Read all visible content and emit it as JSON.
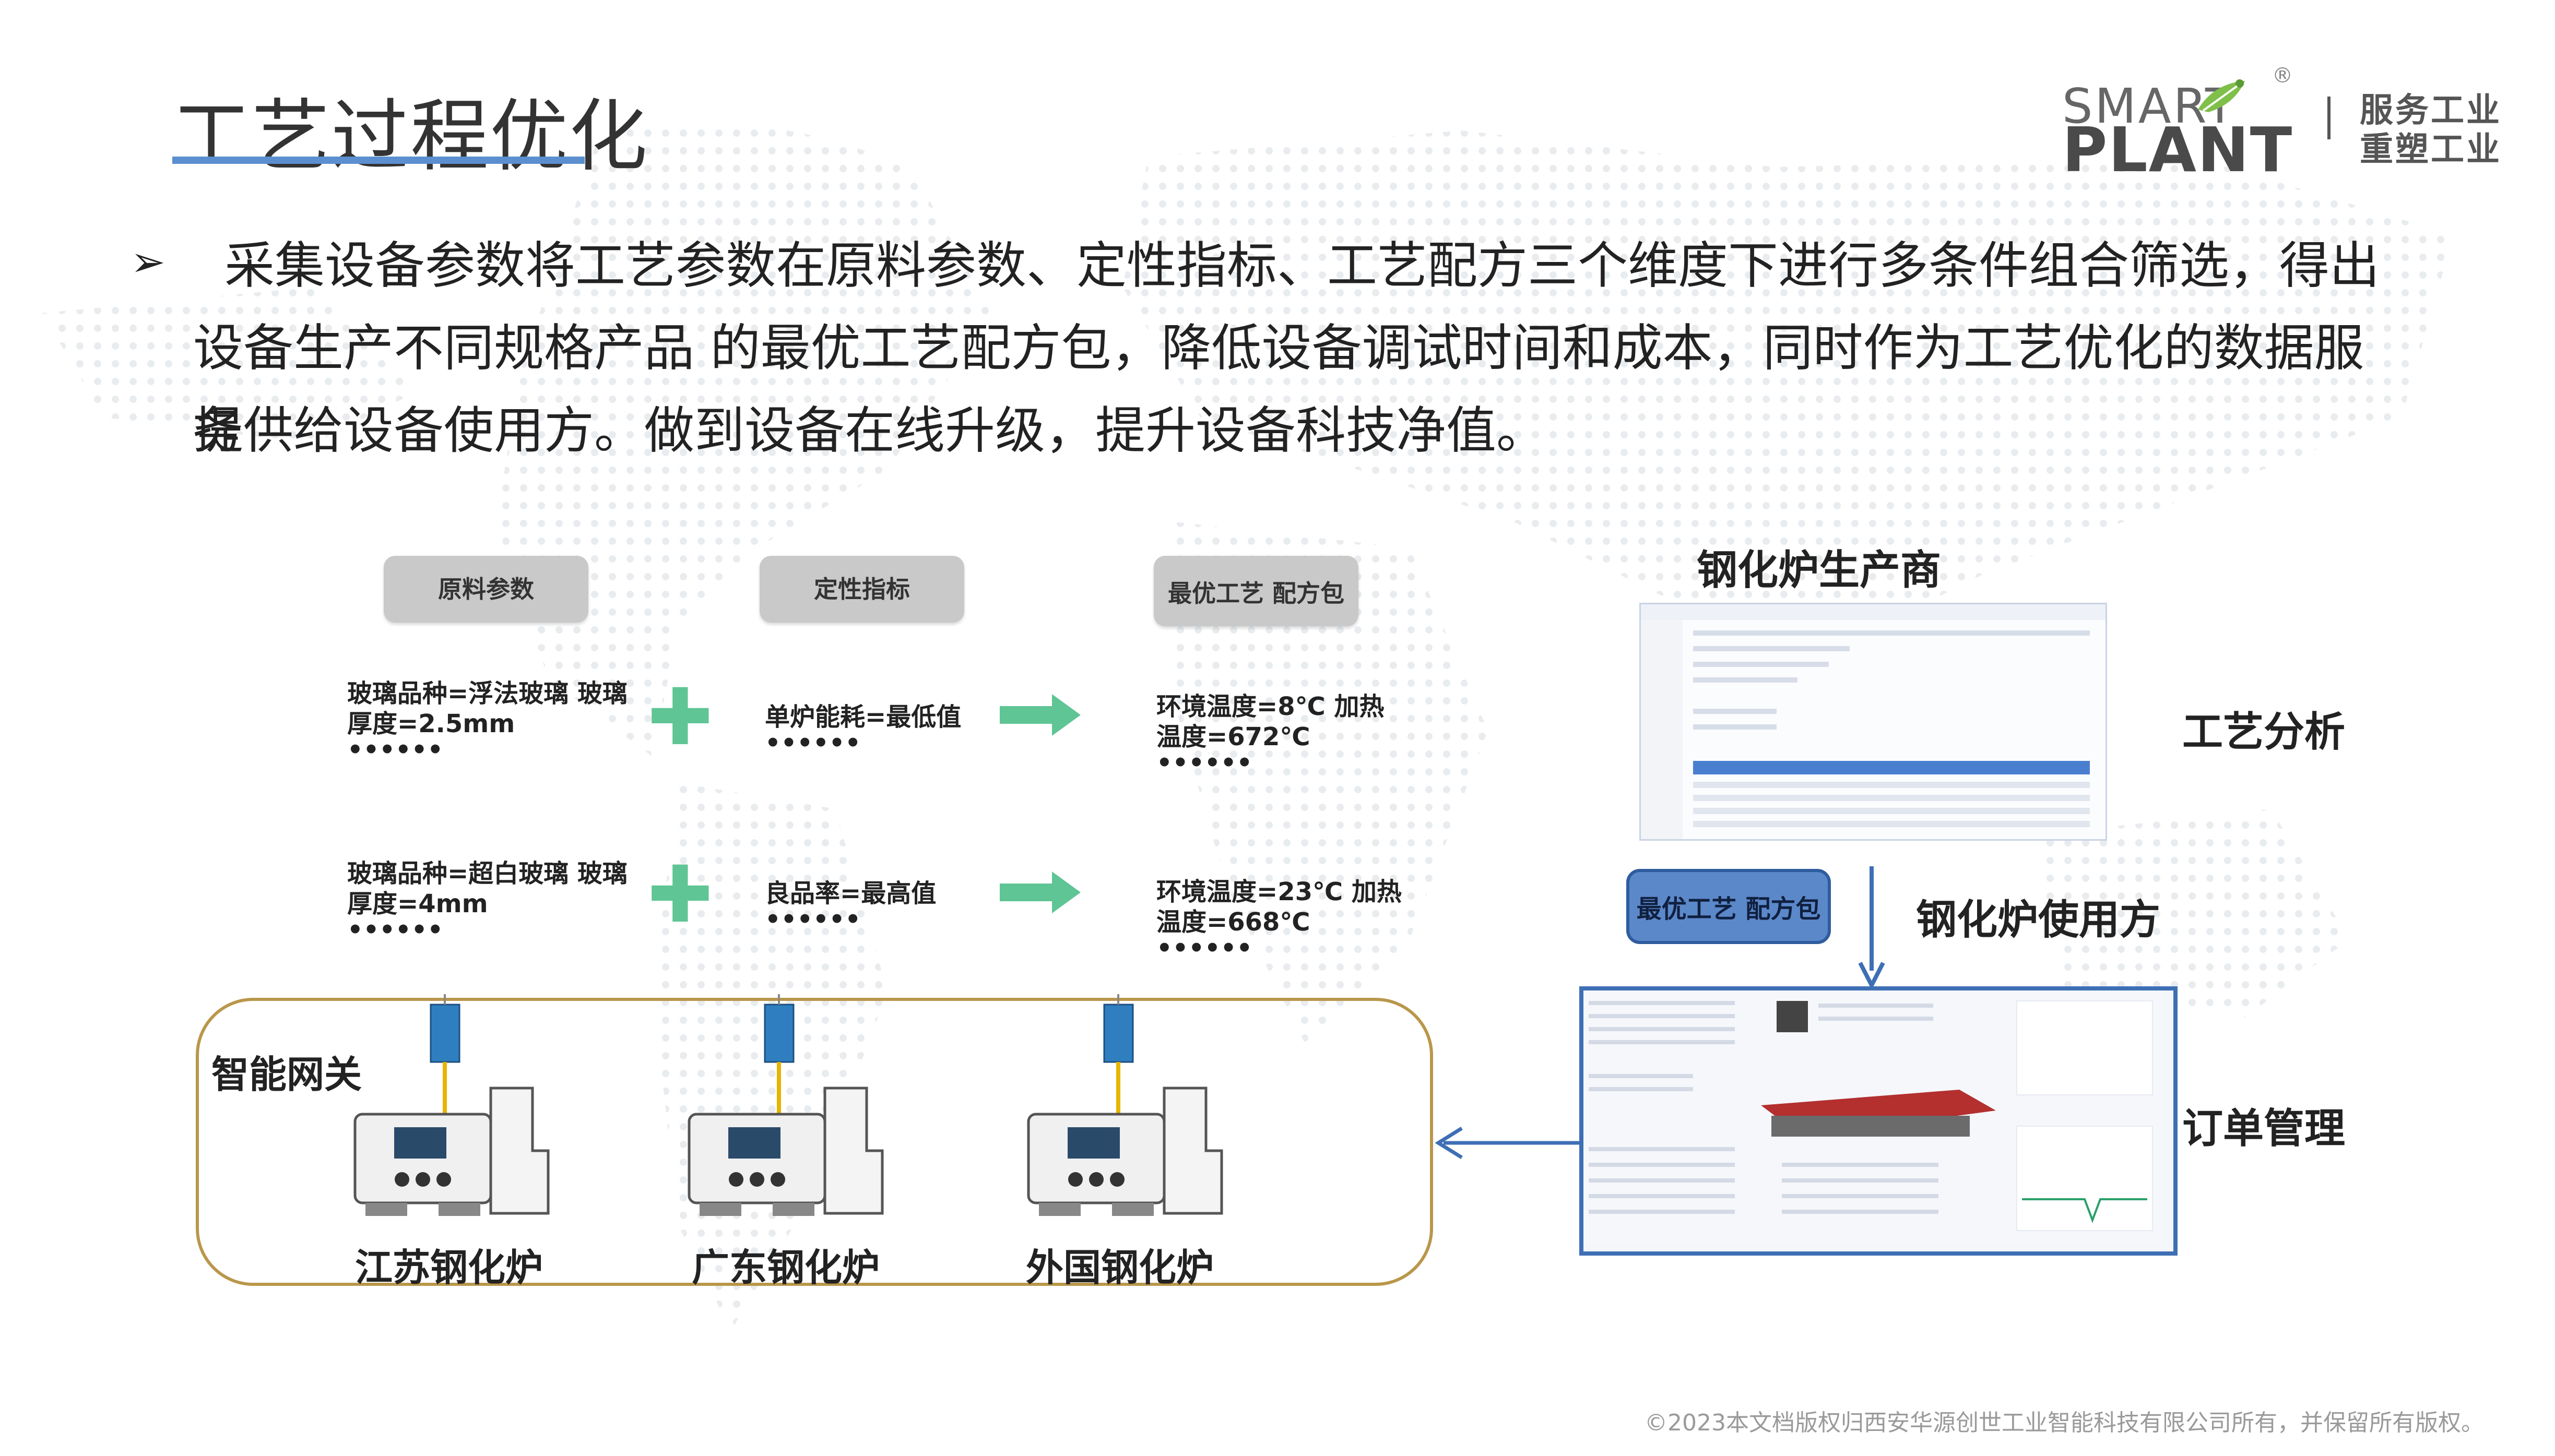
{
  "header": {
    "title": "工艺过程优化",
    "logo_top": "SMART",
    "logo_bottom": "PLANT",
    "logo_reg": "®",
    "slogan_line1": "服务工业",
    "slogan_line2": "重塑工业"
  },
  "intro": {
    "bullet": "➢",
    "line1": "采集设备参数将工艺参数在原料参数、定性指标、工艺配方三个维度下进行多条件组合筛选，得出",
    "line2": "设备生产不同规格产品 的最优工艺配方包，降低设备调试时间和成本，同时作为工艺优化的数据服务",
    "line3": "提供给设备使用方。做到设备在线升级，提升设备科技净值。"
  },
  "flow": {
    "headers": [
      "原料参数",
      "定性指标",
      "最优工艺 配方包"
    ],
    "rows": [
      {
        "material_1": "玻璃品种=浮法玻璃 玻璃",
        "material_2": "厚度=2.5mm",
        "material_3": "••••••",
        "indicator": "单炉能耗=最低值",
        "indicator_more": "••••••",
        "result_1": "环境温度=8℃  加热",
        "result_2": "温度=672℃",
        "result_3": "••••••"
      },
      {
        "material_1": "玻璃品种=超白玻璃 玻璃",
        "material_2": "厚度=4mm",
        "material_3": "••••••",
        "indicator": "良品率=最高值",
        "indicator_more": "••••••",
        "result_1": "环境温度=23℃  加热",
        "result_2": "温度=668℃",
        "result_3": "••••••"
      }
    ],
    "plus_symbol": "✚"
  },
  "right_panel": {
    "producer_label": "钢化炉生产商",
    "analysis_label": "工艺分析",
    "best_package": "最优工艺 配方包",
    "user_label": "钢化炉使用方",
    "order_label": "订单管理"
  },
  "factory": {
    "gateway_label": "智能网关",
    "machines": [
      "江苏钢化炉",
      "广东钢化炉",
      "外国钢化炉"
    ]
  },
  "footer": "©2023本文档版权归西安华源创世工业智能科技有限公司所有，并保留所有版权。",
  "colors": {
    "accent_blue": "#5b8fd0",
    "arrow_green": "#5fc594",
    "frame_gold": "#b9974a",
    "button_blue": "#5b88c9"
  }
}
